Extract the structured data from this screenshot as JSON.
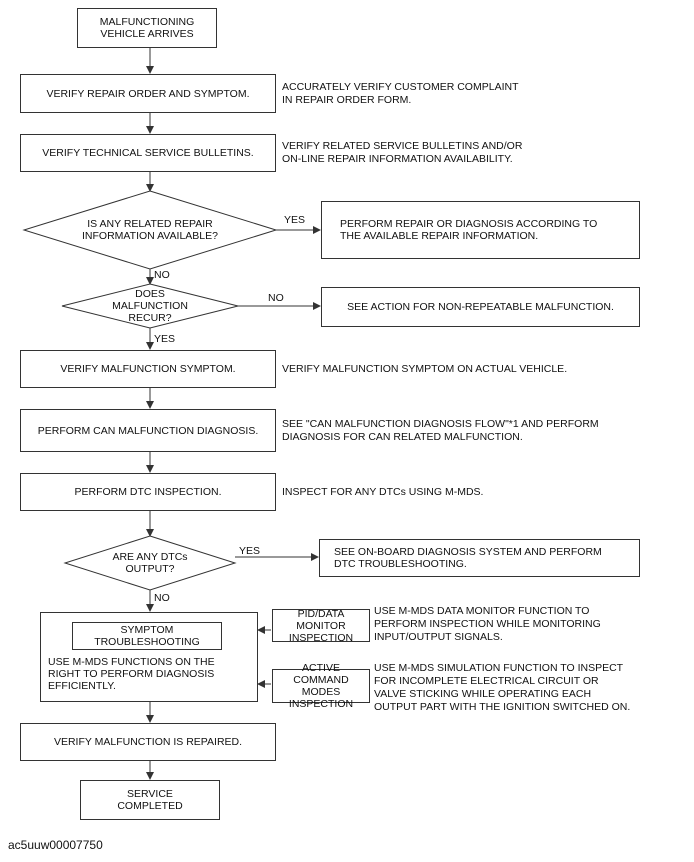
{
  "flow": {
    "start": "MALFUNCTIONING\nVEHICLE ARRIVES",
    "verify_repair_order": "VERIFY REPAIR ORDER AND SYMPTOM.",
    "verify_repair_order_note": "ACCURATELY VERIFY CUSTOMER COMPLAINT\nIN REPAIR ORDER FORM.",
    "verify_tsb": "VERIFY TECHNICAL SERVICE BULLETINS.",
    "verify_tsb_note": "VERIFY RELATED SERVICE BULLETINS AND/OR\nON-LINE REPAIR INFORMATION AVAILABILITY.",
    "decision_repair_info": "IS ANY RELATED REPAIR\nINFORMATION AVAILABLE?",
    "perform_repair": "PERFORM REPAIR OR DIAGNOSIS ACCORDING TO\nTHE AVAILABLE REPAIR INFORMATION.",
    "decision_recur": "DOES\nMALFUNCTION\nRECUR?",
    "non_repeatable": "SEE ACTION FOR NON-REPEATABLE MALFUNCTION.",
    "verify_symptom": "VERIFY MALFUNCTION SYMPTOM.",
    "verify_symptom_note": "VERIFY MALFUNCTION SYMPTOM ON ACTUAL VEHICLE.",
    "can_diagnosis": "PERFORM CAN MALFUNCTION DIAGNOSIS.",
    "can_diagnosis_note": "SEE \"CAN MALFUNCTION DIAGNOSIS FLOW\"*1 AND PERFORM\nDIAGNOSIS FOR CAN RELATED MALFUNCTION.",
    "dtc_inspection": "PERFORM DTC INSPECTION.",
    "dtc_inspection_note": "INSPECT FOR ANY DTCs USING M-MDS.",
    "decision_dtc": "ARE ANY DTCs\nOUTPUT?",
    "onboard_diag": "SEE ON-BOARD DIAGNOSIS SYSTEM AND PERFORM\nDTC TROUBLESHOOTING.",
    "symptom_title": "SYMPTOM\nTROUBLESHOOTING",
    "symptom_body": "USE M-MDS FUNCTIONS ON THE\nRIGHT TO PERFORM DIAGNOSIS\nEFFICIENTLY.",
    "pid_box": "PID/DATA MONITOR\nINSPECTION",
    "pid_note": "USE M-MDS DATA MONITOR FUNCTION TO\nPERFORM INSPECTION WHILE MONITORING\nINPUT/OUTPUT SIGNALS.",
    "active_box": "ACTIVE COMMAND\nMODES INSPECTION",
    "active_note": "USE M-MDS SIMULATION FUNCTION TO INSPECT\nFOR INCOMPLETE ELECTRICAL CIRCUIT OR\nVALVE STICKING WHILE OPERATING EACH\nOUTPUT PART WITH THE IGNITION SWITCHED ON.",
    "verify_repaired": "VERIFY MALFUNCTION IS REPAIRED.",
    "end": "SERVICE\nCOMPLETED"
  },
  "labels": {
    "yes": "YES",
    "no": "NO"
  },
  "footer": {
    "code": "ac5uuw00007750"
  }
}
